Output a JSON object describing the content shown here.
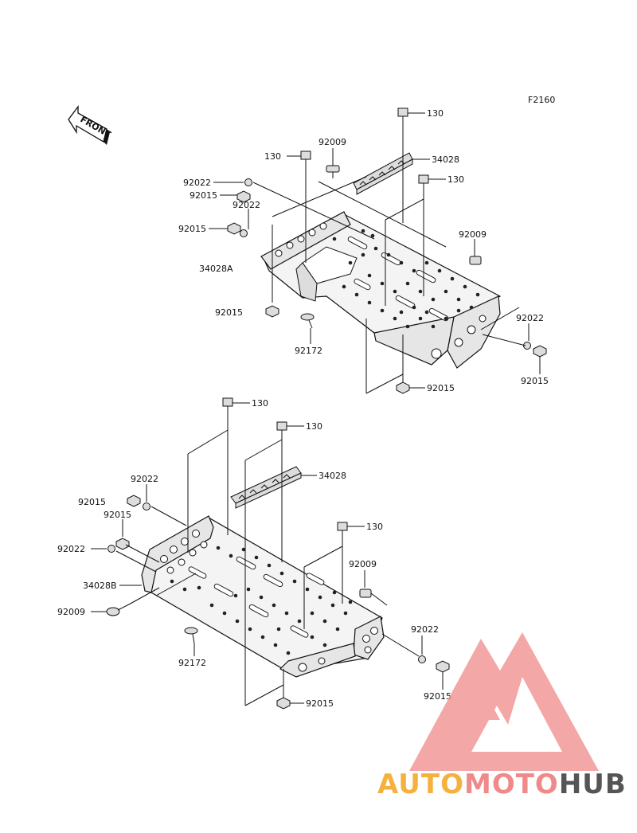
{
  "diagram_code": "F2160",
  "front_label": "FRONT",
  "colors": {
    "ink": "#111111",
    "watermark_red": "#f08a8a",
    "watermark_orange": "#f5b13d",
    "watermark_gray": "#555555"
  },
  "top_assembly": {
    "labels": {
      "bolt_top": "130",
      "bolt_left": "130",
      "bolt_right": "130",
      "screw_top": "92009",
      "screw_right": "92009",
      "bar": "34028",
      "washer_top_left": "92022",
      "washer_mid_left": "92022",
      "washer_right": "92022",
      "nut_top_left": "92015",
      "nut_mid_left": "92015",
      "nut_under": "92015",
      "nut_bottom": "92015",
      "nut_right": "92015",
      "plate": "34028A",
      "clip": "92172"
    }
  },
  "bottom_assembly": {
    "labels": {
      "bolt_top": "130",
      "bolt_mid": "130",
      "bolt_right": "130",
      "bar": "34028",
      "washer_top": "92022",
      "washer_left": "92022",
      "washer_right": "92022",
      "nut_top": "92015",
      "nut_mid": "92015",
      "nut_bottom": "92015",
      "nut_right": "92015",
      "screw_left": "92009",
      "screw_right": "92009",
      "plate": "34028B",
      "clip": "92172"
    }
  },
  "watermark": {
    "part1": "AUTO",
    "part2": "MOTO",
    "part3": "HUB"
  }
}
